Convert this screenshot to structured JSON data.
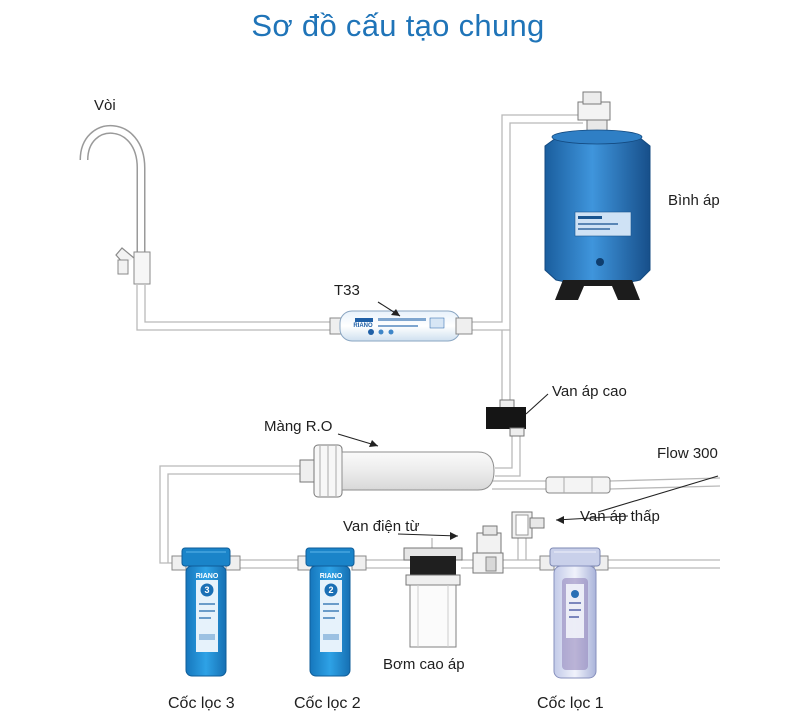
{
  "title": "Sơ đồ cấu tạo chung",
  "labels": {
    "faucet": "Vòi",
    "tank": "Bình áp",
    "post_filter": "T33",
    "high_pressure_valve": "Van áp cao",
    "membrane": "Màng R.O",
    "flow": "Flow 300",
    "solenoid_valve": "Van điện từ",
    "low_pressure_valve": "Van áp thấp",
    "pump": "Bơm cao áp",
    "cup3": "Cốc lọc 3",
    "cup2": "Cốc lọc 2",
    "cup1": "Cốc lọc 1"
  },
  "product": {
    "brand": "RIANO",
    "cup3_number": "3",
    "cup2_number": "2"
  },
  "colors": {
    "title": "#1f74b8",
    "housing_blue": "#1f8fd4",
    "tank_blue": "#2b7cc4",
    "clear_housing": "#9cb0d8",
    "pipe": "#b9b9b9",
    "label_text": "#1e1e1e"
  }
}
